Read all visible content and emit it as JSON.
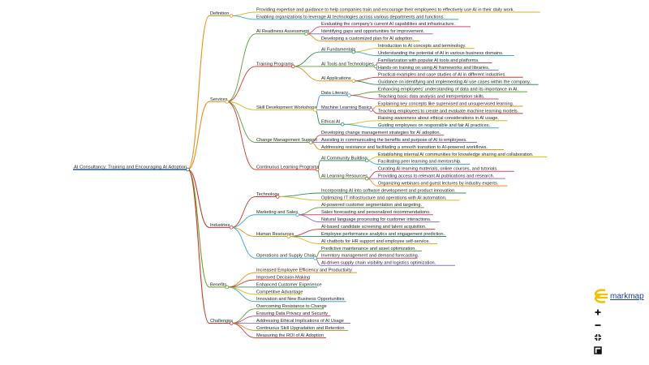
{
  "root": "AI Consultancy: Training and Encouraging AI Adoption",
  "colors": {
    "root": "#1f5f94",
    "Definition": "#e8901a",
    "Services": "#e8901a",
    "Industries": "#c8392b",
    "Benefits": "#6b9e2a",
    "Challenges": "#c8392b",
    "palette": [
      "#d6ba17",
      "#3ca7c9",
      "#5a9e3b",
      "#c94a6b",
      "#8b6fc2",
      "#e8901a",
      "#c8392b",
      "#2f8f5b"
    ]
  },
  "branches": [
    {
      "label": "Definition",
      "children": [
        {
          "label": "Providing expertise and guidance to help companies train and encourage their employees to effectively use AI in their daily work."
        },
        {
          "label": "Enabling organizations to leverage AI technologies across various departments and functions."
        }
      ]
    },
    {
      "label": "Services",
      "children": [
        {
          "label": "AI Readiness Assessment",
          "children": [
            {
              "label": "Evaluating the company's current AI capabilities and infrastructure."
            },
            {
              "label": "Identifying gaps and opportunities for improvement."
            },
            {
              "label": "Developing a customized plan for AI adoption."
            }
          ]
        },
        {
          "label": "Training Programs",
          "children": [
            {
              "label": "AI Fundamentals",
              "children": [
                {
                  "label": "Introduction to AI concepts and terminology."
                },
                {
                  "label": "Understanding the potential of AI in various business domains."
                }
              ]
            },
            {
              "label": "AI Tools and Technologies",
              "children": [
                {
                  "label": "Familiarization with popular AI tools and platforms."
                },
                {
                  "label": "Hands-on training on using AI frameworks and libraries."
                }
              ]
            },
            {
              "label": "AI Applications",
              "children": [
                {
                  "label": "Practical examples and case studies of AI in different industries."
                },
                {
                  "label": "Guidance on identifying and implementing AI use cases within the company."
                }
              ]
            }
          ]
        },
        {
          "label": "Skill Development Workshops",
          "children": [
            {
              "label": "Data Literacy",
              "children": [
                {
                  "label": "Enhancing employees' understanding of data and its importance in AI."
                },
                {
                  "label": "Teaching basic data analysis and interpretation skills."
                }
              ]
            },
            {
              "label": "Machine Learning Basics",
              "children": [
                {
                  "label": "Explaining key concepts like supervised and unsupervised learning."
                },
                {
                  "label": "Teaching employees to create and evaluate machine learning models."
                }
              ]
            },
            {
              "label": "Ethical AI",
              "children": [
                {
                  "label": "Raising awareness about ethical considerations in AI usage."
                },
                {
                  "label": "Guiding employees on responsible and fair AI practices."
                }
              ]
            }
          ]
        },
        {
          "label": "Change Management Support",
          "children": [
            {
              "label": "Developing change management strategies for AI adoption."
            },
            {
              "label": "Assisting in communicating the benefits and purpose of AI to employees."
            },
            {
              "label": "Addressing resistance and facilitating a smooth transition to AI-powered workflows."
            }
          ]
        },
        {
          "label": "Continuous Learning Programs",
          "children": [
            {
              "label": "AI Community Building",
              "children": [
                {
                  "label": "Establishing internal AI communities for knowledge sharing and collaboration."
                },
                {
                  "label": "Facilitating peer learning and mentorship."
                }
              ]
            },
            {
              "label": "AI Learning Resources",
              "children": [
                {
                  "label": "Curating AI learning materials, online courses, and tutorials."
                },
                {
                  "label": "Providing access to relevant AI publications and research."
                },
                {
                  "label": "Organizing webinars and guest lectures by industry experts."
                }
              ]
            }
          ]
        }
      ]
    },
    {
      "label": "Industries",
      "children": [
        {
          "label": "Technology",
          "children": [
            {
              "label": "Incorporating AI into software development and product innovation."
            },
            {
              "label": "Optimizing IT infrastructure and operations with AI automation."
            }
          ]
        },
        {
          "label": "Marketing and Sales",
          "children": [
            {
              "label": "AI-powered customer segmentation and targeting."
            },
            {
              "label": "Sales forecasting and personalized recommendations."
            },
            {
              "label": "Natural language processing for customer interactions."
            }
          ]
        },
        {
          "label": "Human Resources",
          "children": [
            {
              "label": "AI-based candidate screening and talent acquisition."
            },
            {
              "label": "Employee performance analytics and engagement prediction."
            },
            {
              "label": "AI chatbots for HR support and employee self-service."
            }
          ]
        },
        {
          "label": "Operations and Supply Chain",
          "children": [
            {
              "label": "Predictive maintenance and asset optimization."
            },
            {
              "label": "Inventory management and demand forecasting."
            },
            {
              "label": "AI-driven supply chain visibility and logistics optimization."
            }
          ]
        }
      ]
    },
    {
      "label": "Benefits",
      "children": [
        {
          "label": "Increased Employee Efficiency and Productivity"
        },
        {
          "label": "Improved Decision-Making"
        },
        {
          "label": "Enhanced Customer Experience"
        },
        {
          "label": "Competitive Advantage"
        },
        {
          "label": "Innovation and New Business Opportunities"
        }
      ]
    },
    {
      "label": "Challenges",
      "children": [
        {
          "label": "Overcoming Resistance to Change"
        },
        {
          "label": "Ensuring Data Privacy and Security"
        },
        {
          "label": "Addressing Ethical Implications of AI Usage"
        },
        {
          "label": "Continuous Skill Upgradation and Retention"
        },
        {
          "label": "Measuring the ROI of AI Adoption"
        }
      ]
    }
  ],
  "logo": {
    "text": "markmap",
    "icon": "markmap-logo-icon"
  },
  "toolbar": [
    {
      "icon": "zoom-in-icon",
      "glyph": "+"
    },
    {
      "icon": "zoom-out-icon",
      "glyph": "−"
    },
    {
      "icon": "fit-window-icon",
      "glyph": "fit"
    },
    {
      "icon": "toggle-recursive-icon",
      "glyph": "toggle"
    }
  ]
}
